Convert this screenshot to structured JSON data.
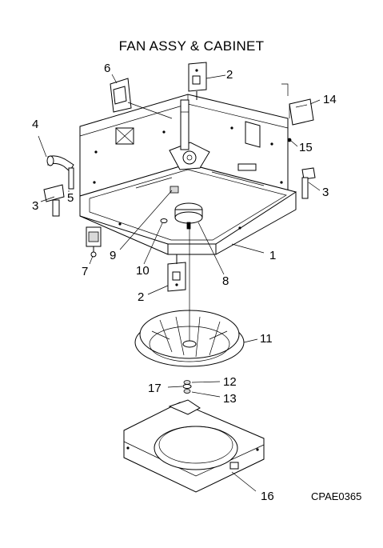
{
  "title": "FAN ASSY & CABINET",
  "drawing_code": "CPAE0365",
  "callouts": [
    {
      "id": "c1",
      "text": "1"
    },
    {
      "id": "c2a",
      "text": "2"
    },
    {
      "id": "c2b",
      "text": "2"
    },
    {
      "id": "c3a",
      "text": "3"
    },
    {
      "id": "c3b",
      "text": "3"
    },
    {
      "id": "c4",
      "text": "4"
    },
    {
      "id": "c5",
      "text": "5"
    },
    {
      "id": "c6",
      "text": "6"
    },
    {
      "id": "c7",
      "text": "7"
    },
    {
      "id": "c8",
      "text": "8"
    },
    {
      "id": "c9",
      "text": "9"
    },
    {
      "id": "c10",
      "text": "10"
    },
    {
      "id": "c11",
      "text": "11"
    },
    {
      "id": "c12",
      "text": "12"
    },
    {
      "id": "c13",
      "text": "13"
    },
    {
      "id": "c14",
      "text": "14"
    },
    {
      "id": "c15",
      "text": "15"
    },
    {
      "id": "c16",
      "text": "16"
    },
    {
      "id": "c17",
      "text": "17"
    }
  ]
}
